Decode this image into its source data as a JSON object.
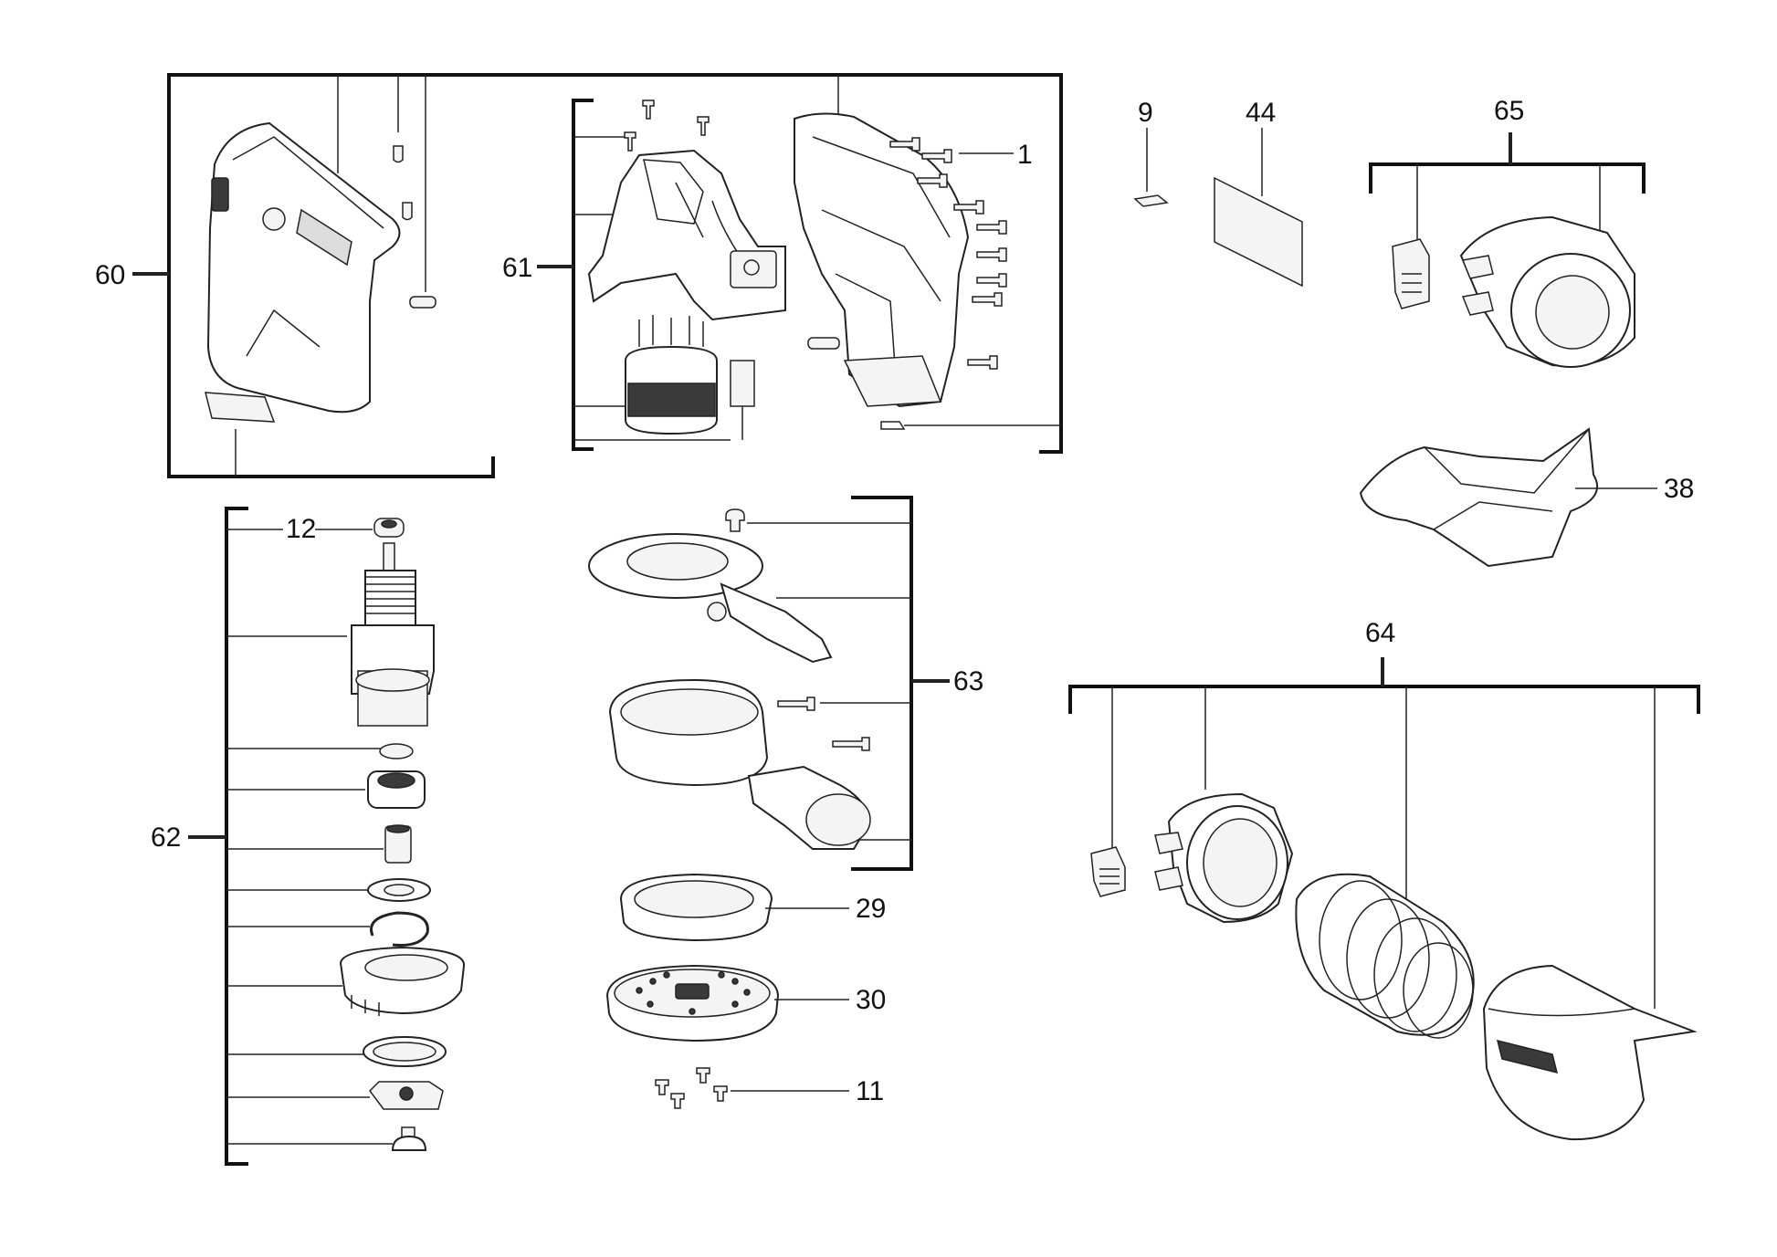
{
  "callouts": {
    "c1": "1",
    "c9": "9",
    "c11": "11",
    "c12": "12",
    "c29": "29",
    "c30": "30",
    "c38": "38",
    "c44": "44",
    "c60": "60",
    "c61": "61",
    "c62": "62",
    "c63": "63",
    "c64": "64",
    "c65": "65"
  },
  "colors": {
    "ink": "#111111",
    "background": "#ffffff"
  }
}
